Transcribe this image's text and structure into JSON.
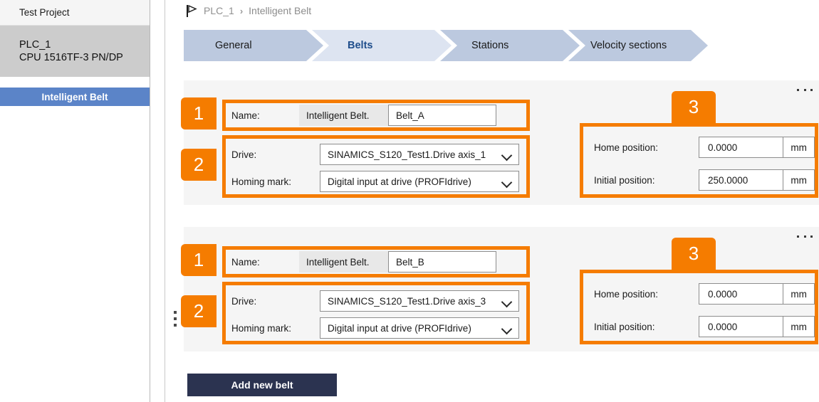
{
  "sidebar": {
    "project_label": "Test Project",
    "device_name": "PLC_1",
    "device_type": "CPU 1516TF-3 PN/DP",
    "selected_item": "Intelligent Belt"
  },
  "breadcrumb": {
    "icon": "flag-icon",
    "root": "PLC_1",
    "separator": "›",
    "current": "Intelligent Belt"
  },
  "wizard": {
    "tabs": [
      {
        "label": "General",
        "active": false
      },
      {
        "label": "Belts",
        "active": true
      },
      {
        "label": "Stations",
        "active": false
      },
      {
        "label": "Velocity sections",
        "active": false
      }
    ],
    "active_color": "#dde4f1",
    "inactive_color": "#bcc9df",
    "active_text_color": "#1f4e8c",
    "inactive_text_color": "#1a1a1a"
  },
  "annotations": {
    "color": "#f57c00",
    "badge_1": "1",
    "badge_2": "2",
    "badge_3": "3"
  },
  "labels": {
    "name": "Name:",
    "drive": "Drive:",
    "homing_mark": "Homing mark:",
    "home_position": "Home position:",
    "initial_position": "Initial position:",
    "unit": "mm",
    "menu_icon": "kebab-menu-icon",
    "drag_icon": "drag-handle-icon",
    "dropdown_icon": "chevron-down-icon"
  },
  "belts": [
    {
      "name_prefix": "Intelligent Belt.",
      "name_value": "Belt_A",
      "drive_value": "SINAMICS_S120_Test1.Drive axis_1",
      "homing_mark_value": "Digital input at drive (PROFIdrive)",
      "home_position": "0.0000",
      "initial_position": "250.0000",
      "unit": "mm",
      "has_drag_handle": false
    },
    {
      "name_prefix": "Intelligent Belt.",
      "name_value": "Belt_B",
      "drive_value": "SINAMICS_S120_Test1.Drive axis_3",
      "homing_mark_value": "Digital input at drive (PROFIdrive)",
      "home_position": "0.0000",
      "initial_position": "0.0000",
      "unit": "mm",
      "has_drag_handle": true
    }
  ],
  "footer": {
    "add_button_label": "Add new belt",
    "add_button_color": "#2b3350"
  }
}
